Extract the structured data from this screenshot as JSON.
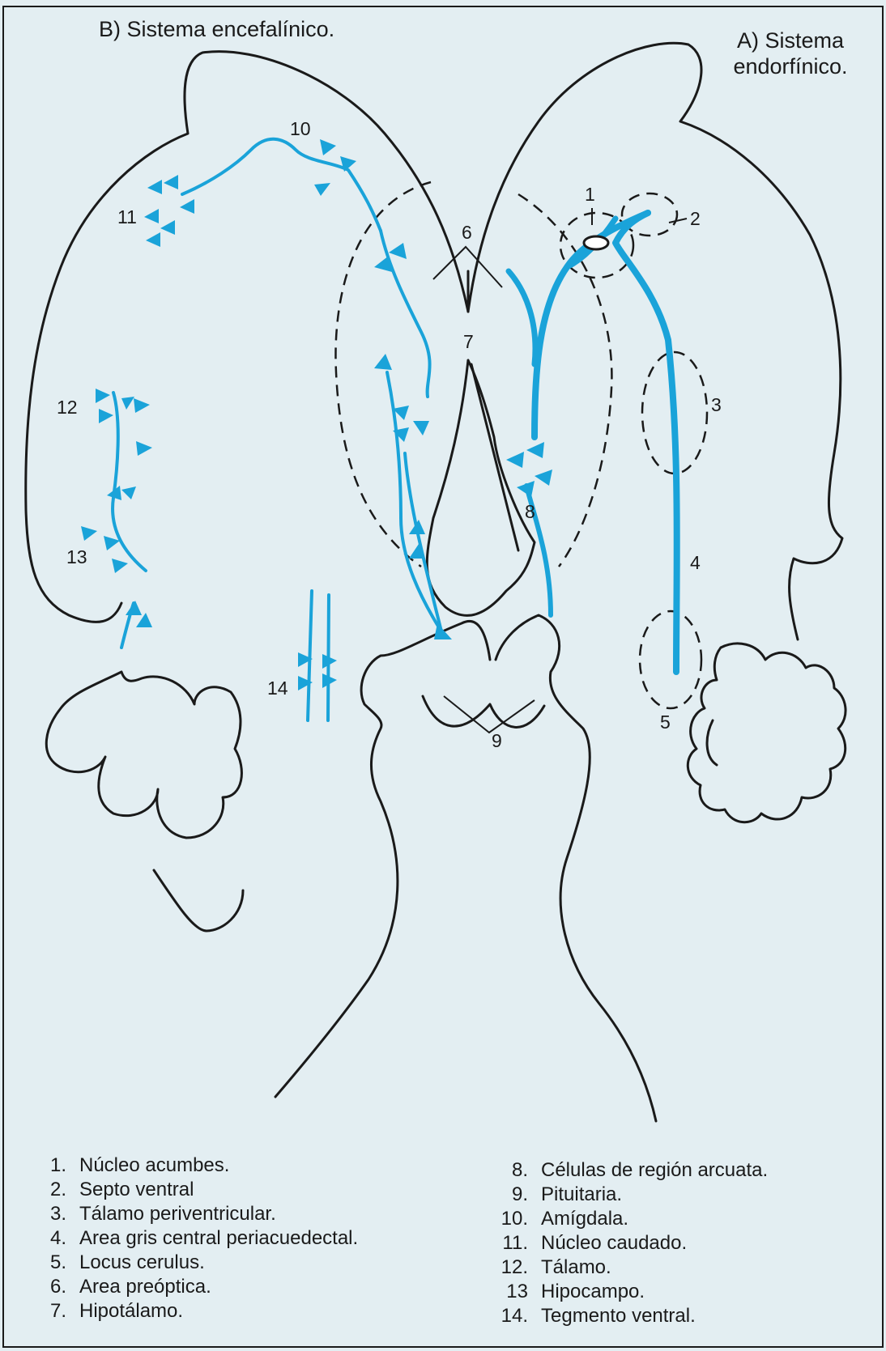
{
  "titles": {
    "system_b": "B) Sistema encefalínico.",
    "system_a_line1": "A) Sistema",
    "system_a_line2": "endorfínico."
  },
  "diagram_labels": [
    "1",
    "2",
    "3",
    "4",
    "5",
    "6",
    "7",
    "8",
    "9",
    "10",
    "11",
    "12",
    "13",
    "14"
  ],
  "legend_left": [
    {
      "num": "1.",
      "text": "Núcleo acumbes."
    },
    {
      "num": "2.",
      "text": "Septo ventral"
    },
    {
      "num": "3.",
      "text": "Tálamo periventricular."
    },
    {
      "num": "4.",
      "text": "Area gris central periacuedectal."
    },
    {
      "num": "5.",
      "text": "Locus cerulus."
    },
    {
      "num": "6.",
      "text": "Area preóptica."
    },
    {
      "num": "7.",
      "text": "Hipotálamo."
    }
  ],
  "legend_right": [
    {
      "num": "8.",
      "text": "Células de región arcuata."
    },
    {
      "num": "9.",
      "text": "Pituitaria."
    },
    {
      "num": "10.",
      "text": "Amígdala."
    },
    {
      "num": "11.",
      "text": "Núcleo caudado."
    },
    {
      "num": "12.",
      "text": "Tálamo."
    },
    {
      "num": "13",
      "text": "Hipocampo."
    },
    {
      "num": "14.",
      "text": "Tegmento ventral."
    }
  ],
  "colors": {
    "background": "#e3eef2",
    "outline": "#1a1a1a",
    "pathway": "#1aa3d9"
  }
}
